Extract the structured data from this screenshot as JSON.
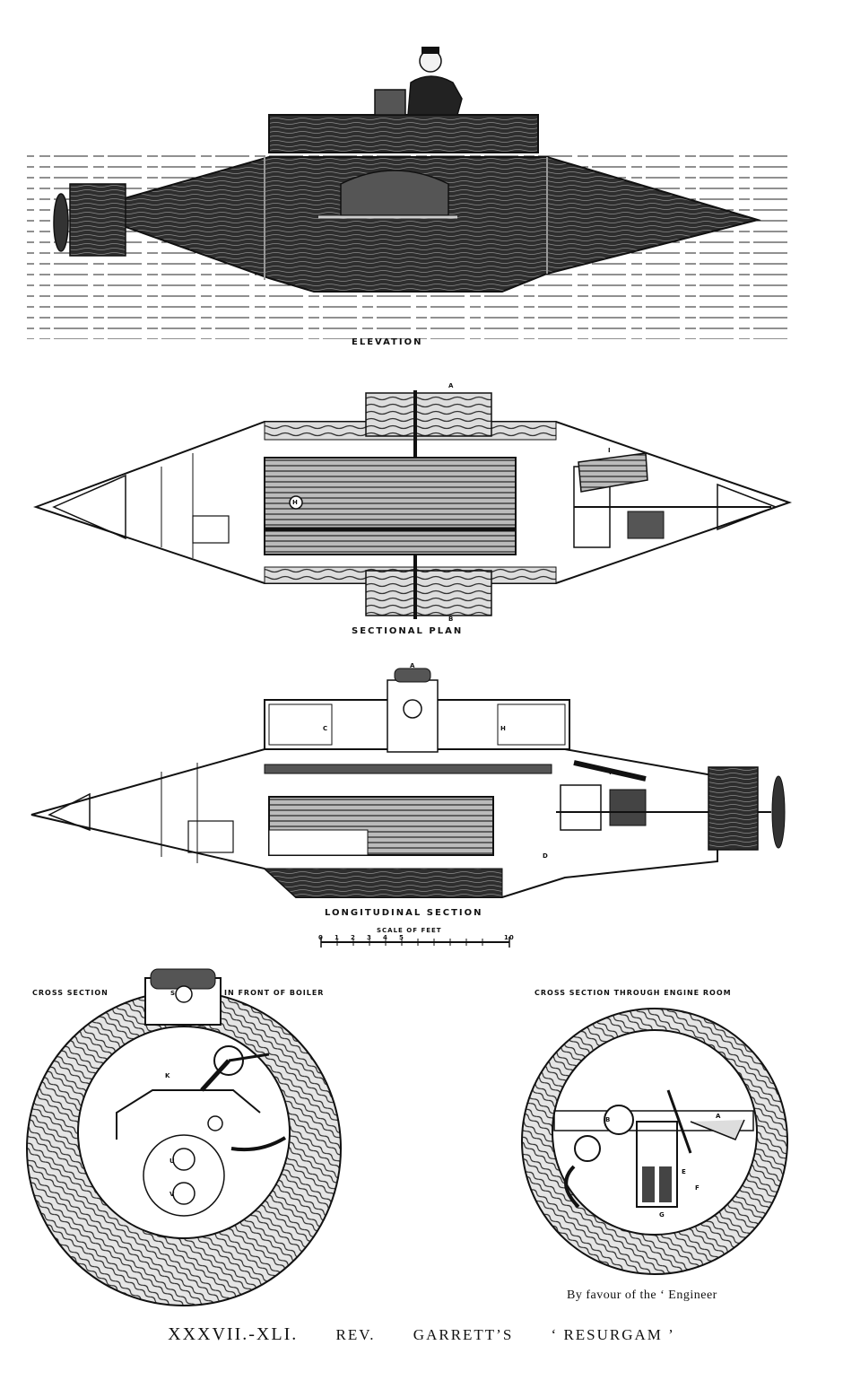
{
  "figures": {
    "elevation": {
      "label": "ELEVATION"
    },
    "sectional_plan": {
      "label": "SECTIONAL PLAN",
      "markers": [
        "A",
        "B",
        "H",
        "I"
      ]
    },
    "longitudinal_section": {
      "label": "LONGITUDINAL SECTION",
      "scale_label": "SCALE OF FEET",
      "scale_ticks": [
        "0",
        "1",
        "2",
        "3",
        "4",
        "5",
        "10"
      ],
      "markers": [
        "A",
        "C",
        "H",
        "D",
        "T"
      ]
    },
    "cross_section_boiler": {
      "label_left": "CROSS SECTION",
      "label_right": "IN FRONT OF BOILER",
      "markers": [
        "S",
        "K",
        "U",
        "V"
      ]
    },
    "cross_section_engine": {
      "label": "CROSS SECTION THROUGH ENGINE ROOM",
      "markers": [
        "B",
        "A",
        "E",
        "F",
        "G"
      ]
    }
  },
  "credit": "By favour of the ‘ Engineer",
  "caption": {
    "number": "XXXVII.-XLI.",
    "part1": "REV.",
    "part2": "GARRETT’S",
    "part3": "‘ RESURGAM ’"
  },
  "colors": {
    "ink": "#111111",
    "hull": "#3a3a3a",
    "paper": "#ffffff"
  }
}
